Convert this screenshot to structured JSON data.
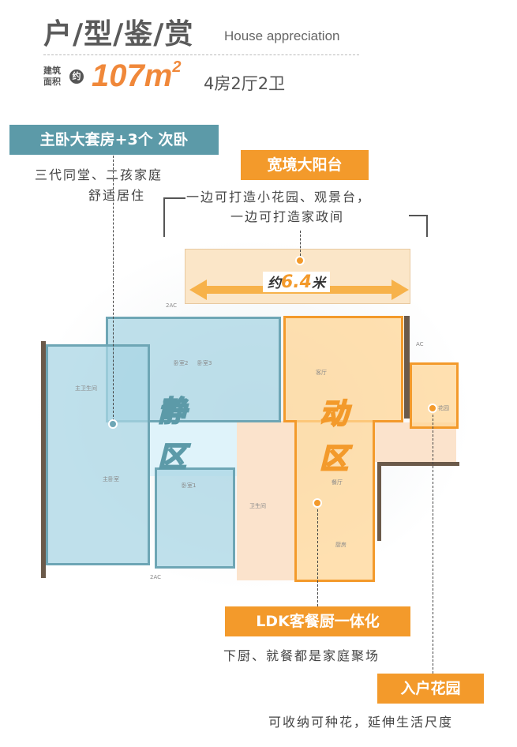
{
  "header": {
    "title": "户/型/鉴/赏",
    "title_en": "House appreciation",
    "area_label_1": "建筑",
    "area_label_2": "面积",
    "approx": "约",
    "area_value": "107m",
    "area_unit_sup": "2",
    "layout": "4房2厅2卫"
  },
  "callouts": {
    "bedroom": {
      "tag": "主卧大套房+3个 次卧",
      "line1": "三代同堂、二孩家庭",
      "line2": "舒适居住"
    },
    "balcony": {
      "tag": "宽境大阳台",
      "line1": "一边可打造小花园、观景台，",
      "line2": "一边可打造家政间",
      "width_prefix": "约",
      "width_value": "6.4",
      "width_unit": "米"
    },
    "ldk": {
      "tag": "LDK客餐厨一体化",
      "line1": "下厨、就餐都是家庭聚场"
    },
    "garden": {
      "tag": "入户花园",
      "line1": "可收纳可种花，延伸生活尺度"
    }
  },
  "zones": {
    "quiet_1": "静",
    "quiet_2": "区",
    "active_1": "动",
    "active_2": "区"
  },
  "rooms": {
    "bedroom2": "卧室2",
    "bedroom3": "卧室3",
    "bedroom1": "卧室1",
    "master": "主卧室",
    "master_bath": "主卫生间",
    "bath": "卫生间",
    "living": "客厅",
    "dining": "餐厅",
    "kitchen": "厨房",
    "garden": "花园",
    "ac1": "2AC",
    "ac2": "2AC",
    "ac3": "AC"
  },
  "colors": {
    "teal": "#5c9aa8",
    "orange": "#f39a2b",
    "area_orange": "#f0883a"
  }
}
